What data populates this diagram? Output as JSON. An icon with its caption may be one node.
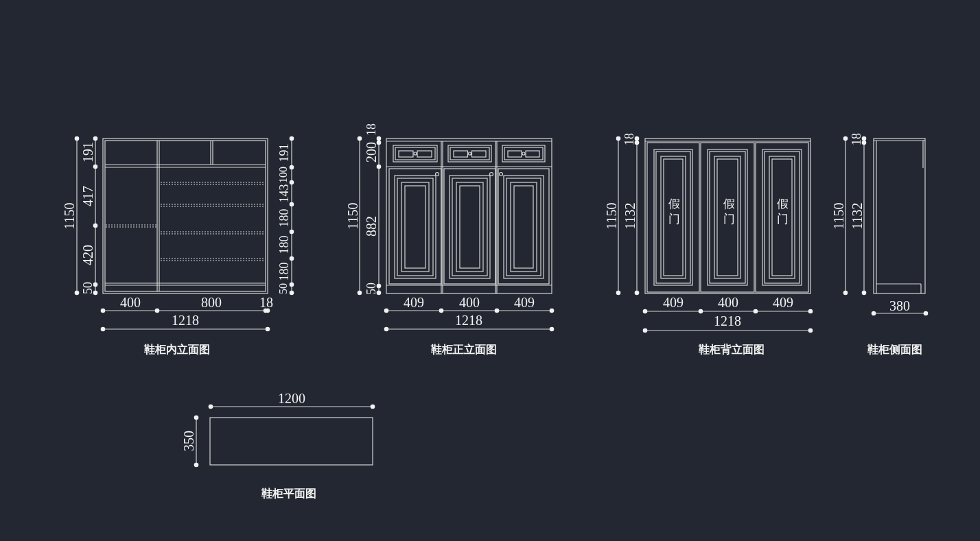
{
  "diagram": {
    "labels": [
      "1150",
      "191",
      "417",
      "420",
      "50",
      "191",
      "100",
      "143",
      "180",
      "180",
      "180",
      "50",
      "400",
      "800",
      "18",
      "1218",
      "鞋柜内立面图",
      "18",
      "200",
      "1150",
      "882",
      "50",
      "409",
      "400",
      "409",
      "1218",
      "鞋柜正立面图",
      "18",
      "1150",
      "1132",
      "假门",
      "假门",
      "假门",
      "409",
      "400",
      "409",
      "1218",
      "鞋柜背立面图",
      "18",
      "1150",
      "1132",
      "380",
      "鞋柜侧面图",
      "1200",
      "350",
      "鞋柜平面图"
    ]
  }
}
